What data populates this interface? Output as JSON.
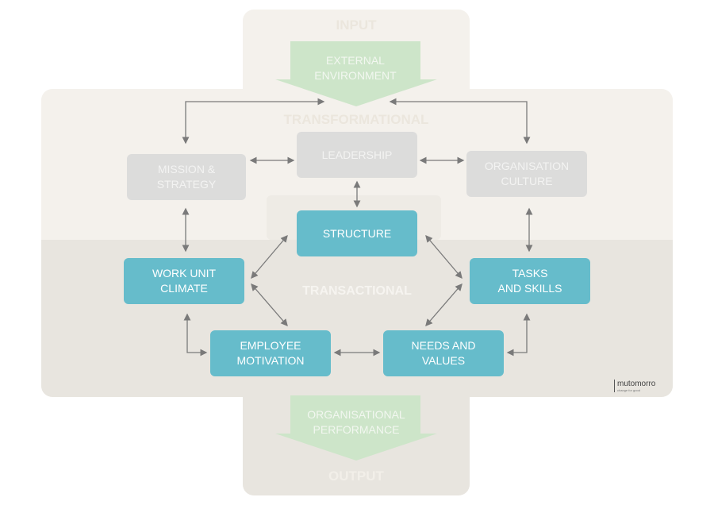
{
  "bands": {
    "input": "INPUT",
    "transformational": "TRANSFORMATIONAL",
    "transactional": "TRANSACTIONAL",
    "output": "OUTPUT"
  },
  "arrows_text": {
    "external_environment": "EXTERNAL\nENVIRONMENT",
    "organisational_performance": "ORGANISATIONAL\nPERFORMANCE"
  },
  "transformational_boxes": {
    "leadership": "LEADERSHIP",
    "mission_strategy": "MISSION &\nSTRATEGY",
    "organisation_culture": "ORGANISATION\nCULTURE"
  },
  "transactional_boxes": {
    "structure": "STRUCTURE",
    "work_unit_climate": "WORK UNIT\nCLIMATE",
    "tasks_skills": "TASKS\nAND SKILLS",
    "employee_motivation": "EMPLOYEE\nMOTIVATION",
    "needs_values": "NEEDS AND\nVALUES"
  },
  "logo": {
    "name": "mutomorro",
    "tagline": "change for good"
  },
  "colors": {
    "outer_shape": "#f4f1ec",
    "transactional_band": "#e8e5df",
    "grey_box": "#dcdcdb",
    "teal_box": "#66bccb",
    "green_arrow": "#cde5c9",
    "connector": "#7a7a7a"
  }
}
